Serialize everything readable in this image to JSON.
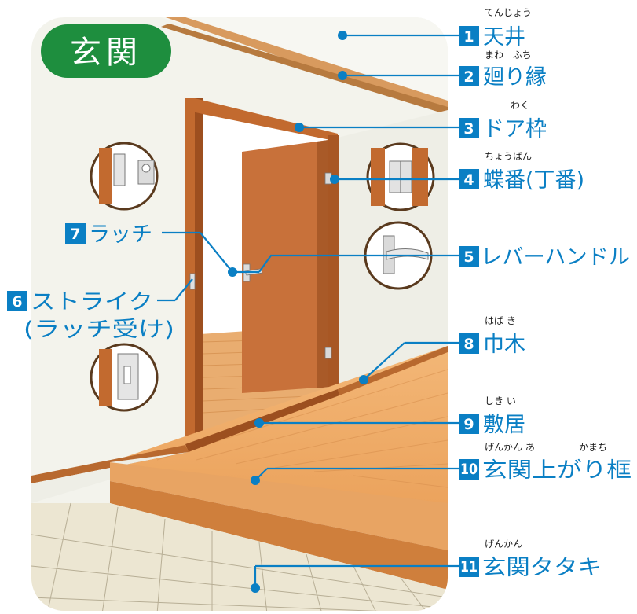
{
  "title": "玄関",
  "colors": {
    "accent_blue": "#0a7fc4",
    "number_badge": "#0a7fc4",
    "title_badge": "#1e8e3e",
    "wood": "#c26a2f",
    "floor": "#f0b070"
  },
  "labels": [
    {
      "num": "1",
      "text": "天井",
      "ruby": "てんじょう"
    },
    {
      "num": "2",
      "text": "廻り縁",
      "ruby": "まわ　ふち"
    },
    {
      "num": "3",
      "text": "ドア枠",
      "ruby": "わく"
    },
    {
      "num": "4",
      "text": "蝶番(丁番)",
      "ruby": "ちょうばん"
    },
    {
      "num": "5",
      "text": "レバーハンドル",
      "ruby": ""
    },
    {
      "num": "6",
      "text": "ストライク",
      "text2": "(ラッチ受け)",
      "ruby": ""
    },
    {
      "num": "7",
      "text": "ラッチ",
      "ruby": ""
    },
    {
      "num": "8",
      "text": "巾木",
      "ruby": "はば き"
    },
    {
      "num": "9",
      "text": "敷居",
      "ruby": "しき い"
    },
    {
      "num": "10",
      "text": "玄関上がり框",
      "ruby": "げんかん あ",
      "ruby2": "かまち"
    },
    {
      "num": "11",
      "text": "玄関タタキ",
      "ruby": "げんかん"
    }
  ]
}
